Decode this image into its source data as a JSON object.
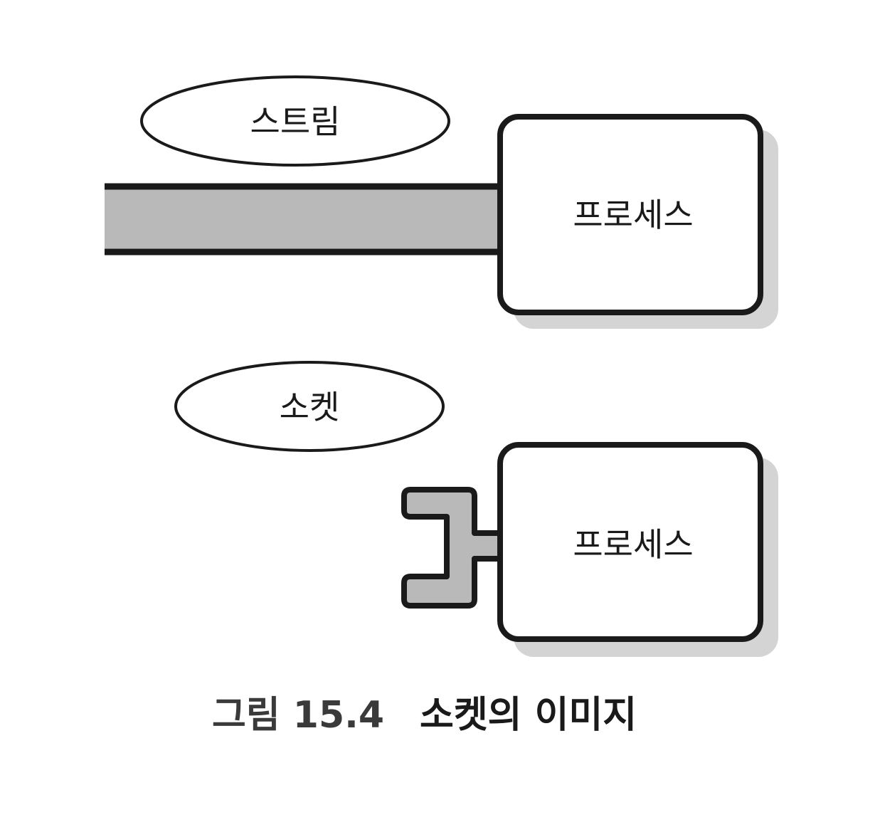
{
  "diagram": {
    "stream_label": "스트림",
    "socket_label": "소켓",
    "process_top_label": "프로세스",
    "process_bottom_label": "프로세스"
  },
  "caption": {
    "number": "그림 15.4",
    "title": "소켓의 이미지"
  },
  "colors": {
    "stroke": "#1a1a1a",
    "fill_gray": "#b8b9b8",
    "shadow": "#d3d4d3",
    "caption_number": "#3a3a3a"
  }
}
